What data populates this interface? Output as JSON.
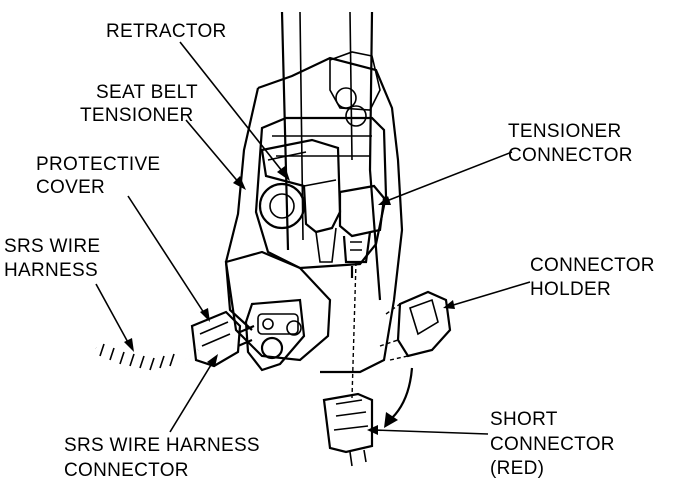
{
  "labels": {
    "retractor": "RETRACTOR",
    "seat_belt": "SEAT BELT",
    "tensioner": "TENSIONER",
    "protective": "PROTECTIVE",
    "cover": "COVER",
    "srs_wire": "SRS WIRE",
    "harness": "HARNESS",
    "tensioner_connector_1": "TENSIONER",
    "tensioner_connector_2": "CONNECTOR",
    "connector_holder_1": "CONNECTOR",
    "connector_holder_2": "HOLDER",
    "srs_harness_connector_1": "SRS WIRE HARNESS",
    "srs_harness_connector_2": "CONNECTOR",
    "short_connector_1": "SHORT",
    "short_connector_2": "CONNECTOR",
    "short_connector_3": "(RED)"
  }
}
